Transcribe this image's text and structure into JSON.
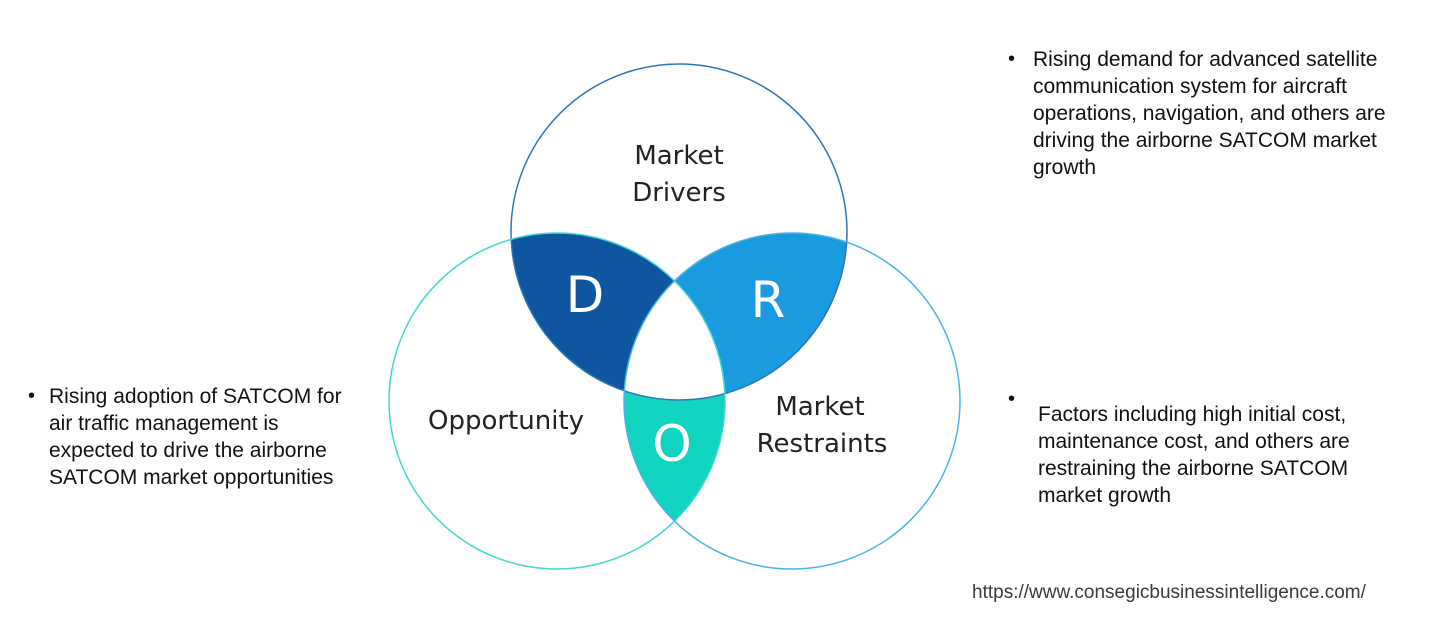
{
  "diagram": {
    "circles": {
      "drivers": {
        "label_line1": "Market",
        "label_line2": "Drivers",
        "stroke": "#2E75B6"
      },
      "opportunity": {
        "label": "Opportunity",
        "stroke": "#40D9CF"
      },
      "restraints": {
        "label_line1": "Market",
        "label_line2": "Restraints",
        "stroke": "#4BB4E6"
      }
    },
    "intersections": {
      "d": {
        "letter": "D",
        "color": "#0E56A0"
      },
      "r": {
        "letter": "R",
        "color": "#1A9BE0"
      },
      "o": {
        "letter": "O",
        "color": "#10D4BF"
      }
    }
  },
  "notes": {
    "drivers": "Rising demand for advanced satellite communication system for aircraft operations, navigation, and others are driving the airborne SATCOM market growth",
    "opportunity": "Rising adoption of SATCOM for air traffic management is expected to drive the airborne SATCOM market opportunities",
    "restraints": "Factors including high initial cost, maintenance cost, and others are restraining the airborne SATCOM market growth",
    "bullet": "•"
  },
  "source_url": "https://www.consegicbusinessintelligence.com/"
}
